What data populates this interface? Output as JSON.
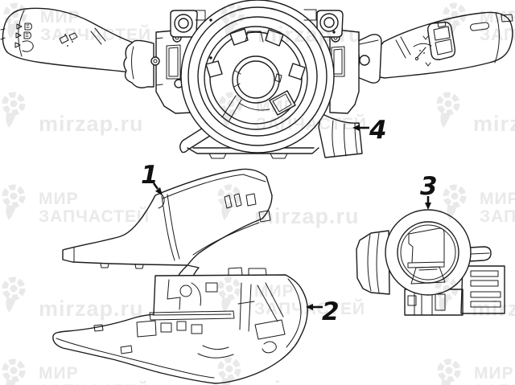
{
  "page": {
    "background_color": "#ffffff",
    "line_color": "#1c1c1c"
  },
  "watermark": {
    "brand_line1": "МИР",
    "brand_line2": "ЗАПЧАСТЕЙ",
    "site": "mirzap.ru",
    "color": "#e9e9e9"
  },
  "diagram": {
    "description": "Line-art parts diagram: steering column switch unit with stalks, upper and lower column covers, ignition antenna ring",
    "callouts": [
      {
        "label": "1"
      },
      {
        "label": "2"
      },
      {
        "label": "3"
      },
      {
        "label": "4"
      }
    ]
  }
}
